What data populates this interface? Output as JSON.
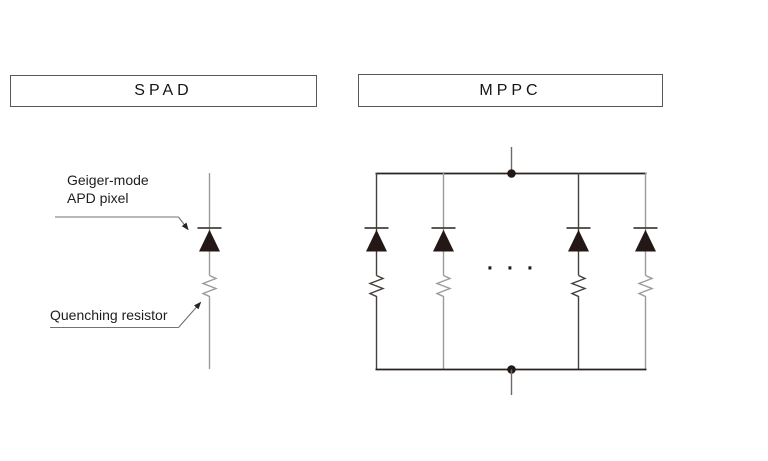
{
  "colors": {
    "ink": "#231815",
    "wire_gray": "#9b9b9b",
    "wire_dark": "#45403d",
    "rail": "#2a2220",
    "box_border": "#595757"
  },
  "spad": {
    "title": "SPAD",
    "labels": {
      "pixel_line1": "Geiger-mode",
      "pixel_line2": "APD pixel",
      "resistor": "Quenching resistor"
    }
  },
  "mppc": {
    "title": "MPPC",
    "ellipsis": "···"
  }
}
